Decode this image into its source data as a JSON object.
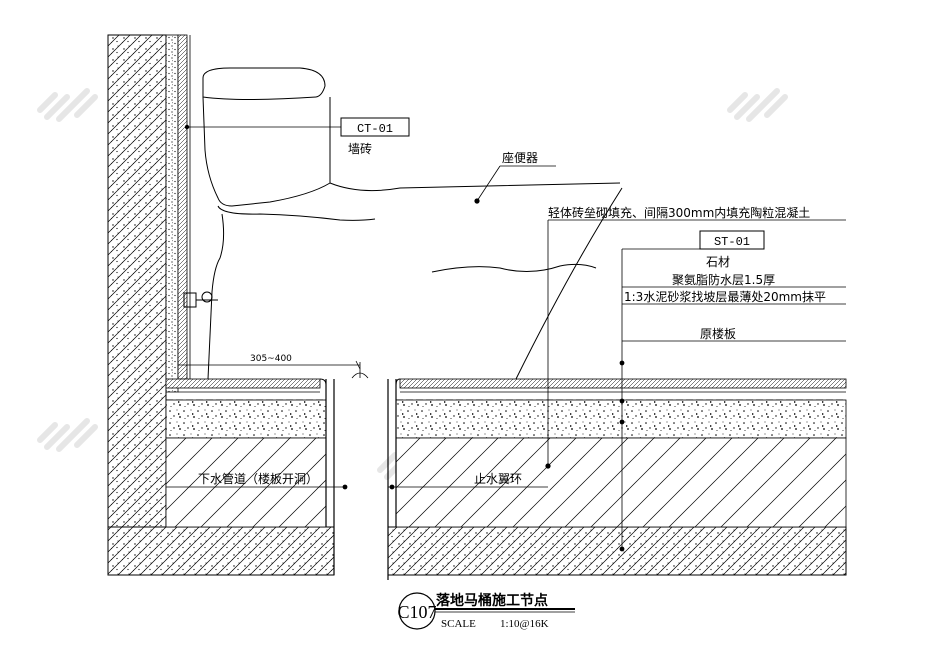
{
  "labels": {
    "ct01_tag": "CT-01",
    "ct01_desc": "墙砖",
    "toilet": "座便器",
    "fill_note": "轻体砖垒砌填充、间隔300mm内填充陶粒混凝土",
    "st01_tag": "ST-01",
    "stone": "石材",
    "waterproof": "聚氨脂防水层1.5厚",
    "mortar": "1:3水泥砂浆找坡层最薄处20mm抹平",
    "slab": "原楼板",
    "dimension": "305~400",
    "drain_pipe": "下水管道（楼板开洞）",
    "water_stop": "止水翼环"
  },
  "title_block": {
    "code": "C107",
    "title": "落地马桶施工节点",
    "scale_label": "SCALE",
    "scale_value": "1:10@16K"
  },
  "colors": {
    "line": "#000000",
    "watermark": "#e6e6e6",
    "background": "#ffffff"
  }
}
